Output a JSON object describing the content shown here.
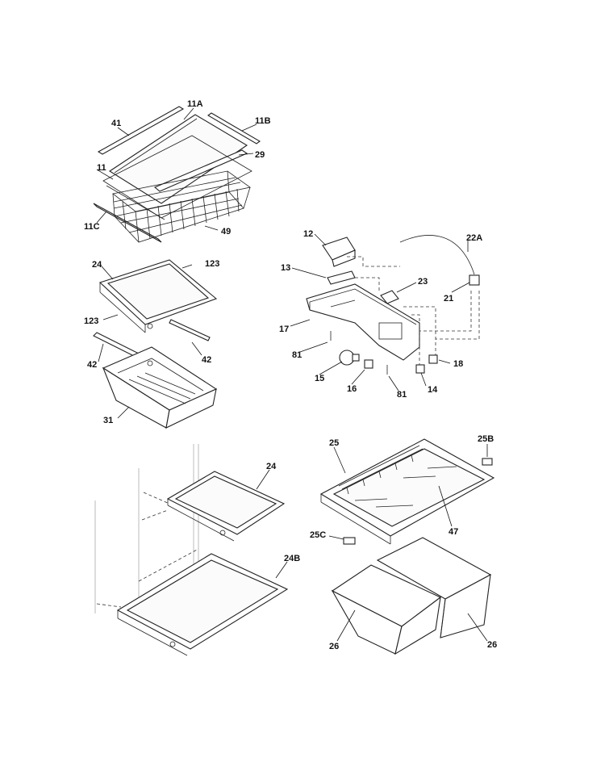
{
  "parts": {
    "p41": "41",
    "p11A": "11A",
    "p11B": "11B",
    "p29": "29",
    "p11": "11",
    "p11C": "11C",
    "p49": "49",
    "p24_top": "24",
    "p123_top": "123",
    "p123_left": "123",
    "p42_right": "42",
    "p42_left": "42",
    "p31": "31",
    "p12": "12",
    "p22A": "22A",
    "p13": "13",
    "p23": "23",
    "p21": "21",
    "p17": "17",
    "p81_left": "81",
    "p18": "18",
    "p15": "15",
    "p16": "16",
    "p14": "14",
    "p81_bottom": "81",
    "p24_mid": "24",
    "p24B": "24B",
    "p25": "25",
    "p25B": "25B",
    "p47": "47",
    "p25C": "25C",
    "p26_left": "26",
    "p26_right": "26"
  }
}
